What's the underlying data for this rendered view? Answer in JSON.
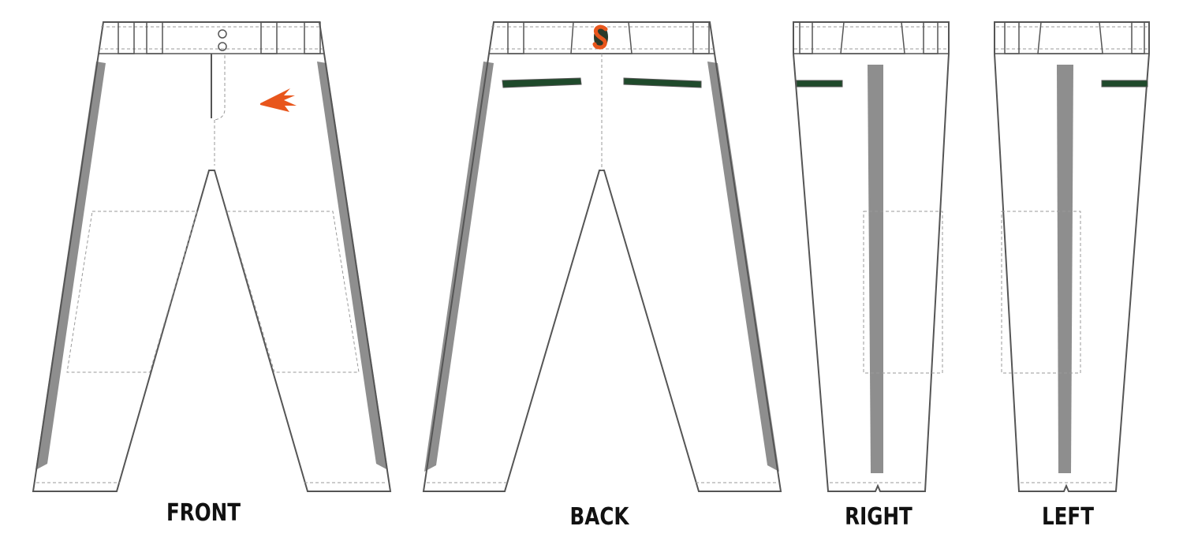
{
  "labels": {
    "front": "FRONT",
    "back": "BACK",
    "right": "RIGHT",
    "left": "LEFT"
  },
  "colors": {
    "outline": "#555555",
    "stitch": "#9a9a9a",
    "stripe": "#7a7a7a",
    "pocket_welt": "#1f4a2b",
    "accent_orange": "#e8561c",
    "label_text": "#111111"
  },
  "icons": {
    "front_logo": "trident-arrow-icon",
    "back_logo": "letter-s-icon"
  }
}
